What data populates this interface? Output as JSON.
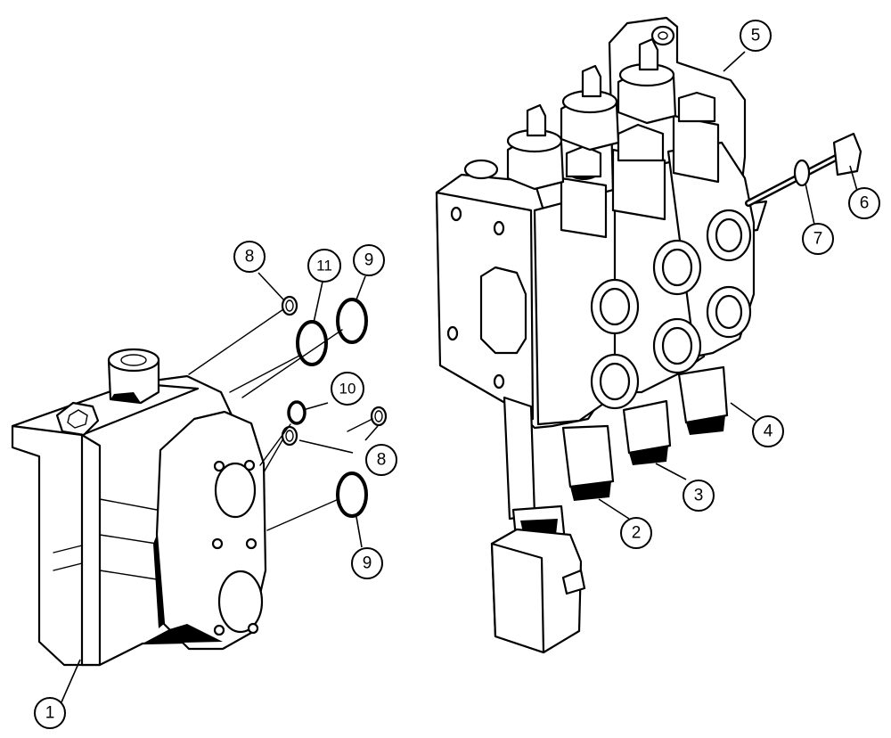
{
  "callouts": [
    {
      "id": "1",
      "label": "1"
    },
    {
      "id": "2",
      "label": "2"
    },
    {
      "id": "3",
      "label": "3"
    },
    {
      "id": "4",
      "label": "4"
    },
    {
      "id": "5",
      "label": "5"
    },
    {
      "id": "6",
      "label": "6"
    },
    {
      "id": "7",
      "label": "7"
    },
    {
      "id": "8a",
      "label": "8"
    },
    {
      "id": "8b",
      "label": "8"
    },
    {
      "id": "9a",
      "label": "9"
    },
    {
      "id": "9b",
      "label": "9"
    },
    {
      "id": "10",
      "label": "10"
    },
    {
      "id": "11",
      "label": "11"
    }
  ],
  "colors": {
    "ink": "#000000",
    "paper": "#ffffff"
  }
}
